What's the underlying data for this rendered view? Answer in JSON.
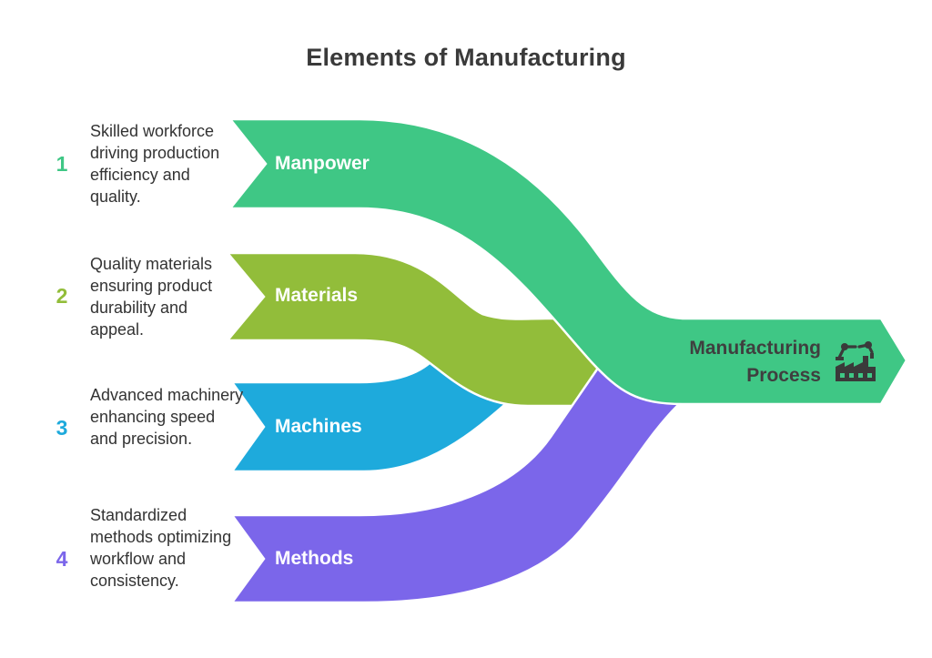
{
  "title": "Elements of Manufacturing",
  "items": [
    {
      "number": "1",
      "label": "Manpower",
      "description": "Skilled workforce driving production efficiency and quality.",
      "color": "#3fc785"
    },
    {
      "number": "2",
      "label": "Materials",
      "description": "Quality materials ensuring product durability and appeal.",
      "color": "#92bd3a"
    },
    {
      "number": "3",
      "label": "Machines",
      "description": "Advanced machinery enhancing speed and precision.",
      "color": "#1eaadc"
    },
    {
      "number": "4",
      "label": "Methods",
      "description": "Standardized methods optimizing workflow and consistency.",
      "color": "#7b66ea"
    }
  ],
  "output": {
    "label": "Manufacturing Process",
    "icon": "factory-robot-arm-icon",
    "text_color": "#3f3f3f"
  }
}
